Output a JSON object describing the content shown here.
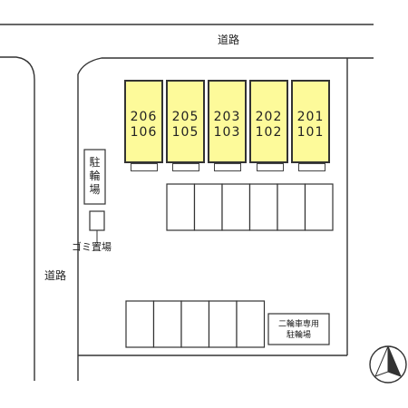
{
  "roads": {
    "top_label": "道路",
    "left_label": "道路"
  },
  "units": [
    {
      "upper": "206",
      "lower": "106"
    },
    {
      "upper": "205",
      "lower": "105"
    },
    {
      "upper": "203",
      "lower": "103"
    },
    {
      "upper": "202",
      "lower": "102"
    },
    {
      "upper": "201",
      "lower": "101"
    }
  ],
  "parking_label": "駐\n輪\n場",
  "garbage_label": "ゴミ置場",
  "bike_parking_label": "二輪車専用\n駐輪場",
  "colors": {
    "unit_fill": "#fdfa9a",
    "line": "#333333"
  }
}
